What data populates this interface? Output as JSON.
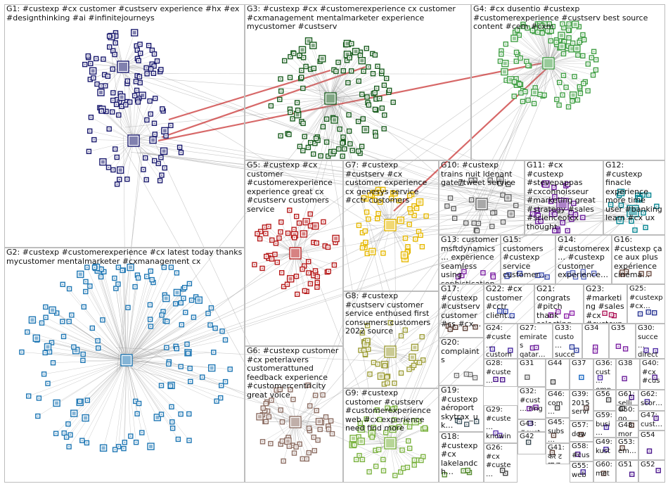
{
  "groups": [
    {
      "id": "G1",
      "label": "G1: #custexp #cx customer #custserv experience #hx #ex #designthinking #ai #infinitejourneys",
      "color": "#1a1a6e"
    },
    {
      "id": "G2",
      "label": "G2: #custexp #customerexperience #cx latest today thanks mycustomer mentalmarketer #cxmanagement cx",
      "color": "#1f77b4"
    },
    {
      "id": "G3",
      "label": "G3: #custexp #cx #customerexperience cx customer #cxmanagement mentalmarketer experience mycustomer #custserv",
      "color": "#1b5e20"
    },
    {
      "id": "G4",
      "label": "G4: #cx dusentio #custexp #customerexperience #custserv best source content #cem #cxm",
      "color": "#43a047"
    },
    {
      "id": "G5",
      "label": "G5: #custexp #cx customer #customerexperience experience great cx #custserv customers service",
      "color": "#b71c1c"
    },
    {
      "id": "G6",
      "label": "G6: #custexp customer #cx peterlavers customerattuned feedback experience #customercentricity great voice",
      "color": "#8d6e63"
    },
    {
      "id": "G7",
      "label": "G7: #custexp #custserv #cx customer experience cx genesys service #cctr customers",
      "color": "#e6b800"
    },
    {
      "id": "G8",
      "label": "G8: #custexp #custserv customer service enthused first consumers customers 2022 source",
      "color": "#9e9e3a"
    },
    {
      "id": "G9",
      "label": "G9: #custexp customer #custserv #customerexperience web #cx experience need find more",
      "color": "#7cb342"
    },
    {
      "id": "G10",
      "label": "G10: #custexp trains nuit ldenant gate7tweet service",
      "color": "#616161"
    },
    {
      "id": "G11",
      "label": "G11: #cx #custexp #stevepappas #cxconnoisseur #marketing great #strategy #sales #scienceofcx thought",
      "color": "#6a1b9a"
    },
    {
      "id": "G12",
      "label": "G12: #custexp finacle experience more time user #banking learn #cx ux",
      "color": "#00838f"
    },
    {
      "id": "G13",
      "label": "G13: customer msftdynamics… experience seamless using sophistication…",
      "color": "#7b1fa2"
    },
    {
      "id": "G14",
      "label": "G14: #customerex… #custexp customer experience…",
      "color": "#5c6bc0"
    },
    {
      "id": "G15",
      "label": "G15: customers #custexp service customer…",
      "color": "#3949ab"
    },
    {
      "id": "G16",
      "label": "G16: #custexp ça ce aux plus expérience cinéma…",
      "color": "#6d4c41"
    },
    {
      "id": "G17",
      "label": "G17: #custexp #custserv customer #cs #cx…",
      "color": "#5d4037"
    },
    {
      "id": "G18",
      "label": "G18: #custexp #cx lakelandch…",
      "color": "#558b2f"
    },
    {
      "id": "G19",
      "label": "G19: #custexp aéroport skytrax_uk…",
      "color": "#455a64"
    },
    {
      "id": "G20",
      "label": "G20: complaints",
      "color": "#757575"
    },
    {
      "id": "G21",
      "label": "G21: congrats #pitch thank selecting…",
      "color": "#8e24aa"
    },
    {
      "id": "G22",
      "label": "G22: #cx customer #cctr client…",
      "color": "#3f51b5"
    },
    {
      "id": "G23",
      "label": "G23: #marketing #sales #cx #custexp…",
      "color": "#ad1457"
    },
    {
      "id": "G24",
      "label": "G24: #custe… custom… employ…",
      "color": "#4527a0"
    },
    {
      "id": "G25",
      "label": "G25: #custexp #cx…",
      "color": "#283593"
    },
    {
      "id": "G26",
      "label": "G26: #cx #custe…",
      "color": "#424242"
    },
    {
      "id": "G27",
      "label": "G27: emirates qatar…",
      "color": "#6a1b9a"
    },
    {
      "id": "G28",
      "label": "G28: #custe… #cctr…",
      "color": "#4a148c"
    },
    {
      "id": "G29",
      "label": "G29: #custe… knowin…",
      "color": "#5e35b1"
    },
    {
      "id": "G30",
      "label": "G30: succe… direct…",
      "color": "#512da8"
    },
    {
      "id": "G31",
      "label": "G31",
      "color": "#616161"
    },
    {
      "id": "G32",
      "label": "G32: #cust… ring",
      "color": "#6a1b9a"
    },
    {
      "id": "G33",
      "label": "G33: custo… succe…",
      "color": "#303f9f"
    },
    {
      "id": "G34",
      "label": "G34",
      "color": "#7b1fa2"
    },
    {
      "id": "G35",
      "label": "G35",
      "color": "#7b1fa2"
    },
    {
      "id": "G36",
      "label": "G36: cust… emp…",
      "color": "#512da8"
    },
    {
      "id": "G37",
      "label": "G37",
      "color": "#1565c0"
    },
    {
      "id": "G38",
      "label": "G38",
      "color": "#6a1b9a"
    },
    {
      "id": "G39",
      "label": "G39: 2015 servi…",
      "color": "#4e342e"
    },
    {
      "id": "G40",
      "label": "G40: #cx #cus…",
      "color": "#4a148c"
    },
    {
      "id": "G41",
      "label": "G41: कर ट था ह…",
      "color": "#5d4037"
    },
    {
      "id": "G42",
      "label": "G42",
      "color": "#37474f"
    },
    {
      "id": "G43",
      "label": "G43: #cust…",
      "color": "#4527a0"
    },
    {
      "id": "G44",
      "label": "G44",
      "color": "#424242"
    },
    {
      "id": "G45",
      "label": "G45: subs… sam…",
      "color": "#5d4037"
    },
    {
      "id": "G46",
      "label": "G46: com… requ…",
      "color": "#424242"
    },
    {
      "id": "G47",
      "label": "G47: cust…",
      "color": "#4a148c"
    },
    {
      "id": "G48",
      "label": "G48: mor…",
      "color": "#5d4037"
    },
    {
      "id": "G49",
      "label": "G49: kust…",
      "color": "#4527a0"
    },
    {
      "id": "G50",
      "label": "G50: go",
      "color": "#424242"
    },
    {
      "id": "G51",
      "label": "G51",
      "color": "#4a148c"
    },
    {
      "id": "G52",
      "label": "G52",
      "color": "#4a148c"
    },
    {
      "id": "G53",
      "label": "G53: em…",
      "color": "#5d4037"
    },
    {
      "id": "G54",
      "label": "G54",
      "color": "#4a148c"
    },
    {
      "id": "G55",
      "label": "G55: web…",
      "color": "#4527a0"
    },
    {
      "id": "G56",
      "label": "G56",
      "color": "#424242"
    },
    {
      "id": "G57",
      "label": "G57: dow…",
      "color": "#5d4037"
    },
    {
      "id": "G58",
      "label": "G58: #cus…",
      "color": "#4a148c"
    },
    {
      "id": "G59",
      "label": "G59: busi…",
      "color": "#4527a0"
    },
    {
      "id": "G60",
      "label": "G60: met…",
      "color": "#5d4037"
    },
    {
      "id": "G61",
      "label": "G61: selli…",
      "color": "#4a148c"
    },
    {
      "id": "G62",
      "label": "G62: scor…",
      "color": "#4527a0"
    }
  ]
}
